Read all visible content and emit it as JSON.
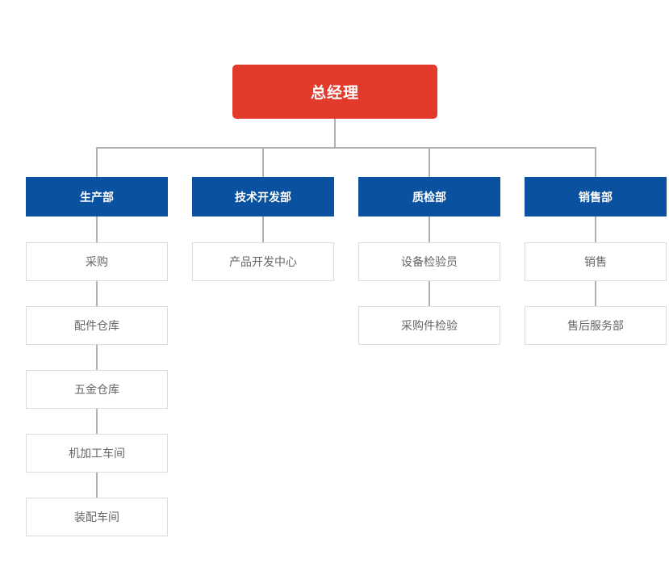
{
  "chart": {
    "type": "org-chart",
    "root": {
      "label": "总经理"
    },
    "departments": [
      {
        "label": "生产部",
        "children": [
          "采购",
          "配件仓库",
          "五金仓库",
          "机加工车间",
          "装配车间"
        ]
      },
      {
        "label": "技术开发部",
        "children": [
          "产品开发中心"
        ]
      },
      {
        "label": "质检部",
        "children": [
          "设备检验员",
          "采购件检验"
        ]
      },
      {
        "label": "销售部",
        "children": [
          "销售",
          "售后服务部"
        ]
      }
    ],
    "colors": {
      "root_bg": "#e23a2b",
      "department_bg": "#0a51a0",
      "box_text_on_color": "#ffffff",
      "node_border": "#dcdcdc",
      "node_text": "#666666",
      "connector": "#b0b0b0",
      "background": "#ffffff"
    }
  }
}
